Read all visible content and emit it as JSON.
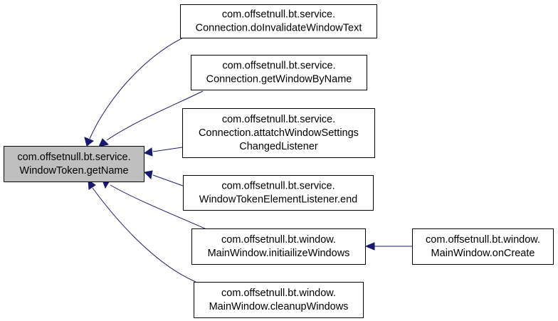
{
  "diagram": {
    "nodes": [
      {
        "id": "root",
        "lines": [
          "com.offsetnull.bt.service.",
          "WindowToken.getName"
        ],
        "highlight": true
      },
      {
        "id": "n1",
        "lines": [
          "com.offsetnull.bt.service.",
          "Connection.doInvalidateWindowText"
        ]
      },
      {
        "id": "n2",
        "lines": [
          "com.offsetnull.bt.service.",
          "Connection.getWindowByName"
        ]
      },
      {
        "id": "n3",
        "lines": [
          "com.offsetnull.bt.service.",
          "Connection.attatchWindowSettings",
          "ChangedListener"
        ]
      },
      {
        "id": "n4",
        "lines": [
          "com.offsetnull.bt.service.",
          "WindowTokenElementListener.end"
        ]
      },
      {
        "id": "n5",
        "lines": [
          "com.offsetnull.bt.window.",
          "MainWindow.initiailizeWindows"
        ]
      },
      {
        "id": "n6",
        "lines": [
          "com.offsetnull.bt.window.",
          "MainWindow.cleanupWindows"
        ]
      },
      {
        "id": "n7",
        "lines": [
          "com.offsetnull.bt.window.",
          "MainWindow.onCreate"
        ]
      }
    ],
    "edges": [
      {
        "from": "n1",
        "to": "root"
      },
      {
        "from": "n2",
        "to": "root"
      },
      {
        "from": "n3",
        "to": "root"
      },
      {
        "from": "n4",
        "to": "root"
      },
      {
        "from": "n5",
        "to": "root"
      },
      {
        "from": "n6",
        "to": "root"
      },
      {
        "from": "n7",
        "to": "n5"
      }
    ],
    "colors": {
      "edge": "#191970",
      "highlight_fill": "#bfbfbf",
      "border": "#000000"
    }
  }
}
